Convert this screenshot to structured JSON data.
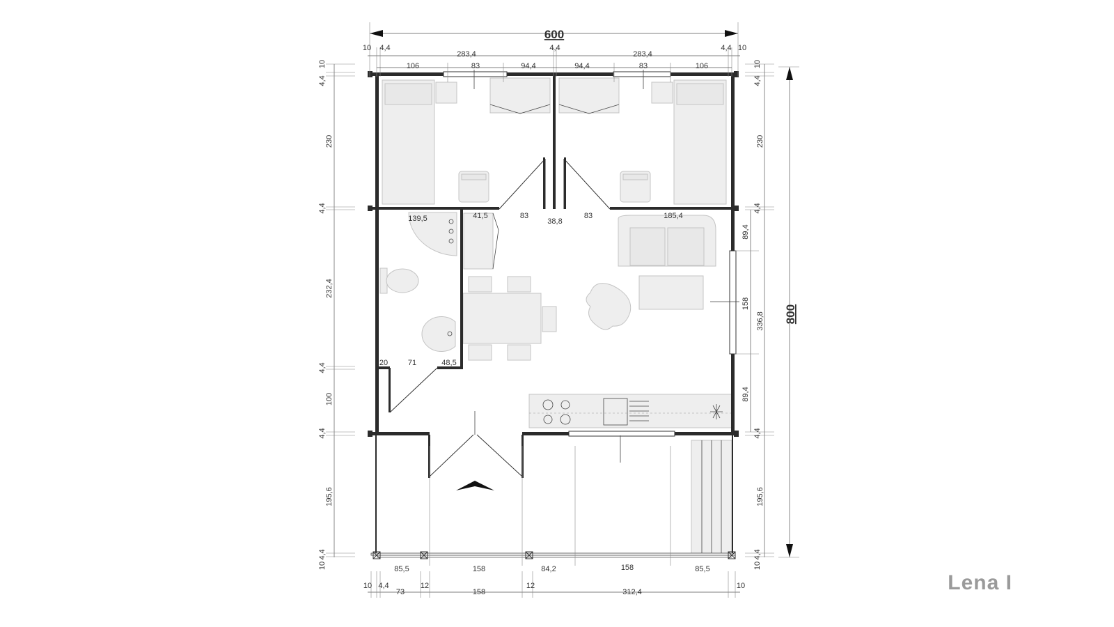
{
  "title": "Lena I",
  "dims": {
    "total_width": "600",
    "total_depth": "800",
    "top": [
      "10",
      "4,4",
      "283,4",
      "4,4",
      "283,4",
      "4,4",
      "10"
    ],
    "top_inner": [
      "106",
      "83",
      "94,4",
      "94,4",
      "83",
      "106"
    ],
    "left": [
      "10",
      "4,4",
      "230",
      "4,4",
      "232,4",
      "4,4",
      "100",
      "4,4",
      "195,6",
      "4,4",
      "10"
    ],
    "right": [
      "10",
      "4,4",
      "230",
      "4,4",
      "89,4",
      "158",
      "336,8",
      "89,4",
      "4,4",
      "195,6",
      "4,4",
      "10"
    ],
    "inner": [
      "139,5",
      "41,5",
      "83",
      "38,8",
      "83",
      "185,4",
      "20",
      "71",
      "48,5"
    ],
    "bottom_inner": [
      "85,5",
      "158",
      "84,2",
      "158",
      "85,5"
    ],
    "bottom": [
      "10",
      "4,4",
      "73",
      "12",
      "158",
      "12",
      "312,4",
      "10"
    ]
  }
}
